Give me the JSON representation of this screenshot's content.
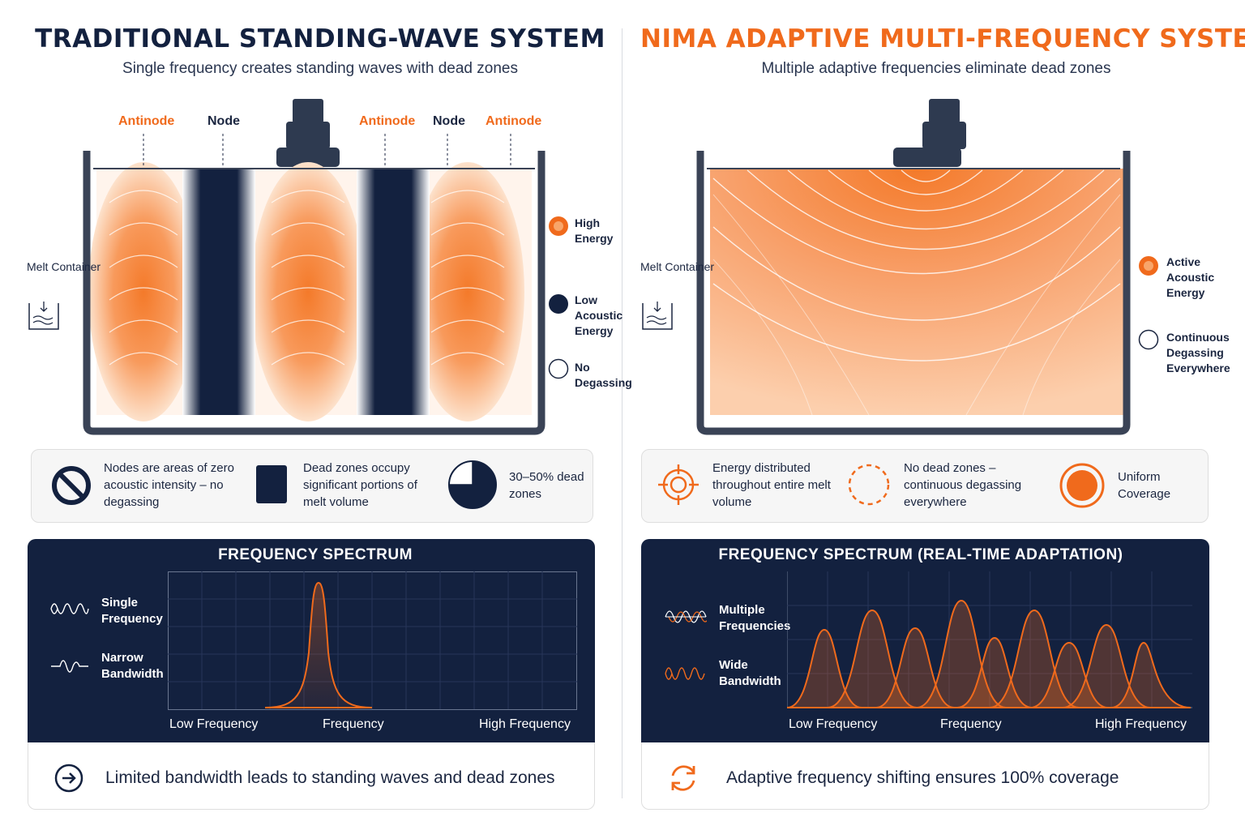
{
  "left": {
    "title": "TRADITIONAL STANDING-WAVE SYSTEM",
    "subtitle": "Single frequency creates standing waves with dead zones",
    "labels": [
      "Antinode",
      "Node",
      "Antinode",
      "Node",
      "Antinode"
    ],
    "container_label": "Melt Container",
    "legend": [
      {
        "text": "High Energy",
        "icon": "orange-dot"
      },
      {
        "text": "Low Acoustic Energy",
        "icon": "navy-dot"
      },
      {
        "text": "No Degassing",
        "icon": "empty-circle"
      }
    ],
    "info": [
      {
        "icon": "prohibited-icon",
        "text": "Nodes are areas of zero acoustic intensity – no degassing"
      },
      {
        "icon": "dead-zone-square-icon",
        "text": "Dead zones occupy significant portions of melt volume"
      },
      {
        "icon": "pie-icon",
        "text": "30–50% dead zones"
      }
    ],
    "spectrum": {
      "title": "FREQUENCY SPECTRUM",
      "items": [
        {
          "icon": "single-wave-icon",
          "text": "Single Frequency"
        },
        {
          "icon": "narrow-wave-icon",
          "text": "Narrow Bandwidth"
        }
      ],
      "axis": [
        "Low Frequency",
        "Frequency",
        "High Frequency"
      ]
    },
    "footer": "Limited bandwidth leads to standing waves and dead zones"
  },
  "right": {
    "title": "NIMA ADAPTIVE MULTI-FREQUENCY SYSTEM",
    "subtitle": "Multiple adaptive frequencies eliminate dead zones",
    "container_label": "Melt Container",
    "legend": [
      {
        "text": "Active Acoustic Energy",
        "icon": "orange-dot"
      },
      {
        "text": "Continuous Degassing Everywhere",
        "icon": "empty-circle"
      }
    ],
    "info": [
      {
        "icon": "target-icon",
        "text": "Energy distributed throughout entire melt volume"
      },
      {
        "icon": "dashed-circle-icon",
        "text": "No dead zones – continuous degassing everywhere"
      },
      {
        "icon": "uniform-ring-icon",
        "text": "Uniform Coverage"
      }
    ],
    "spectrum": {
      "title": "FREQUENCY SPECTRUM (REAL-TIME ADAPTATION)",
      "items": [
        {
          "icon": "multi-wave-icon",
          "text": "Multiple Frequencies"
        },
        {
          "icon": "wide-wave-icon",
          "text": "Wide Bandwidth"
        }
      ],
      "axis": [
        "Low Frequency",
        "Frequency",
        "High Frequency"
      ]
    },
    "footer": "Adaptive frequency shifting ensures 100% coverage"
  },
  "colors": {
    "navy": "#13213f",
    "orange": "#f06a1c",
    "light_orange": "#f8a56a"
  }
}
